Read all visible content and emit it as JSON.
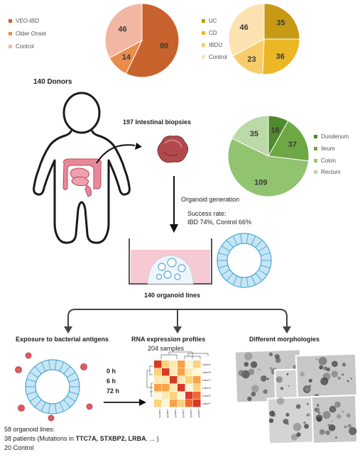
{
  "pie_donors": {
    "legend": [
      {
        "label": "VEO-IBD",
        "color": "#c8622c"
      },
      {
        "label": "Older Onset",
        "color": "#e98c4c"
      },
      {
        "label": "Control",
        "color": "#f2b7a3"
      }
    ],
    "values": [
      80,
      14,
      46
    ]
  },
  "pie_diagnosis": {
    "legend": [
      {
        "label": "UC",
        "color": "#c79a14"
      },
      {
        "label": "CD",
        "color": "#ecb724"
      },
      {
        "label": "IBDU",
        "color": "#f7cd6b"
      },
      {
        "label": "Control",
        "color": "#fbe2b0"
      }
    ],
    "values": [
      35,
      36,
      23,
      46
    ]
  },
  "pie_location": {
    "legend": [
      {
        "label": "Duodenum",
        "color": "#4f8a2e"
      },
      {
        "label": "Ileum",
        "color": "#6ea844"
      },
      {
        "label": "Colon",
        "color": "#92c36f"
      },
      {
        "label": "Rectum",
        "color": "#bcd9a8"
      }
    ],
    "values": [
      16,
      37,
      109,
      35
    ]
  },
  "text": {
    "donors": "140 Donors",
    "biopsies": "197  Intestinal biopsies",
    "organoid_generation": "Organoid generation",
    "success_rate": "Success rate:",
    "success_values": "IBD 74%, Control 66%",
    "organoid_lines": "140 organoid lines",
    "exposure": "Exposure to bacterial antigens",
    "rna_title": "RNA expression profiles",
    "rna_samples": "204 samples",
    "morphologies": "Different morphologies",
    "time_0": "0 h",
    "time_6": "6 h",
    "time_72": "72 h",
    "footer_1": "58 organoid lines:",
    "footer_2_prefix": "38 patients (Mutations in ",
    "footer_2_genes": "TTC7A, STXBP2, LRBA",
    "footer_2_suffix": ", ... )",
    "footer_3": "20 Control"
  },
  "heatmap": {
    "row_labels": [
      "Label A",
      "Label B",
      "Label C",
      "Label D",
      "Label E",
      "Label F"
    ],
    "col_labels": [
      "Label A",
      "Label B",
      "Label C",
      "Label D",
      "Label E",
      "Label F"
    ]
  }
}
